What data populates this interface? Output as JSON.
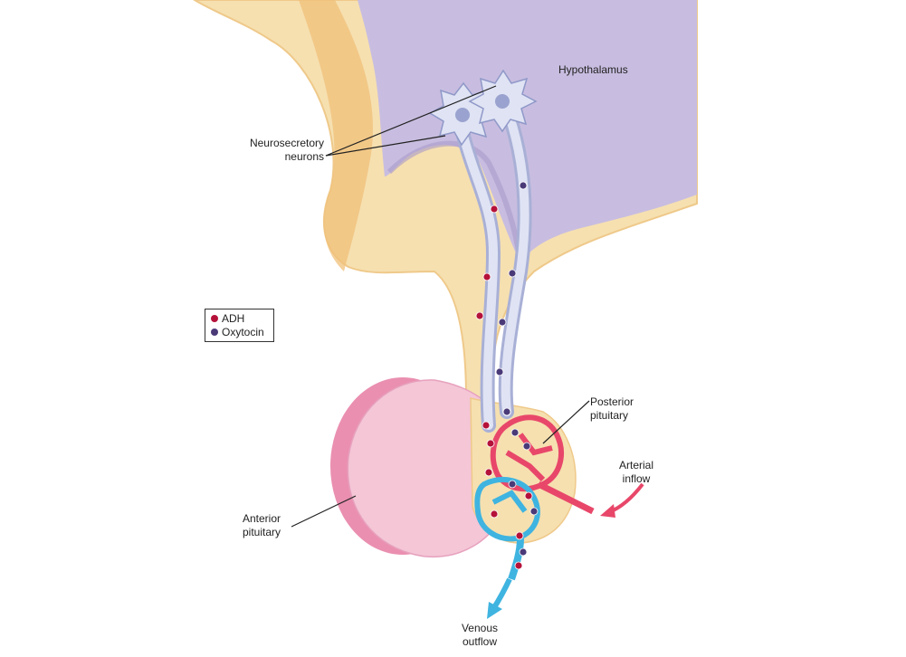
{
  "labels": {
    "hypothalamus": "Hypothalamus",
    "neurons_line1": "Neurosecretory",
    "neurons_line2": "neurons",
    "posterior_line1": "Posterior",
    "posterior_line2": "pituitary",
    "arterial_line1": "Arterial",
    "arterial_line2": "inflow",
    "anterior_line1": "Anterior",
    "anterior_line2": "pituitary",
    "venous_line1": "Venous",
    "venous_line2": "outflow"
  },
  "legend": {
    "items": [
      {
        "label": "ADH",
        "color": "#b5123a"
      },
      {
        "label": "Oxytocin",
        "color": "#4b3a78"
      }
    ]
  },
  "colors": {
    "hypothalamus": "#c8bde0",
    "tissue": "#f6e0b0",
    "tissue_edge": "#efc98a",
    "neuron": "#dfe3f4",
    "anterior": "#f4c6d6",
    "anterior_side": "#ea8fb0",
    "artery": "#e8476a",
    "vein": "#3fb4e0",
    "adh": "#b5123a",
    "oxytocin": "#4b3a78"
  }
}
